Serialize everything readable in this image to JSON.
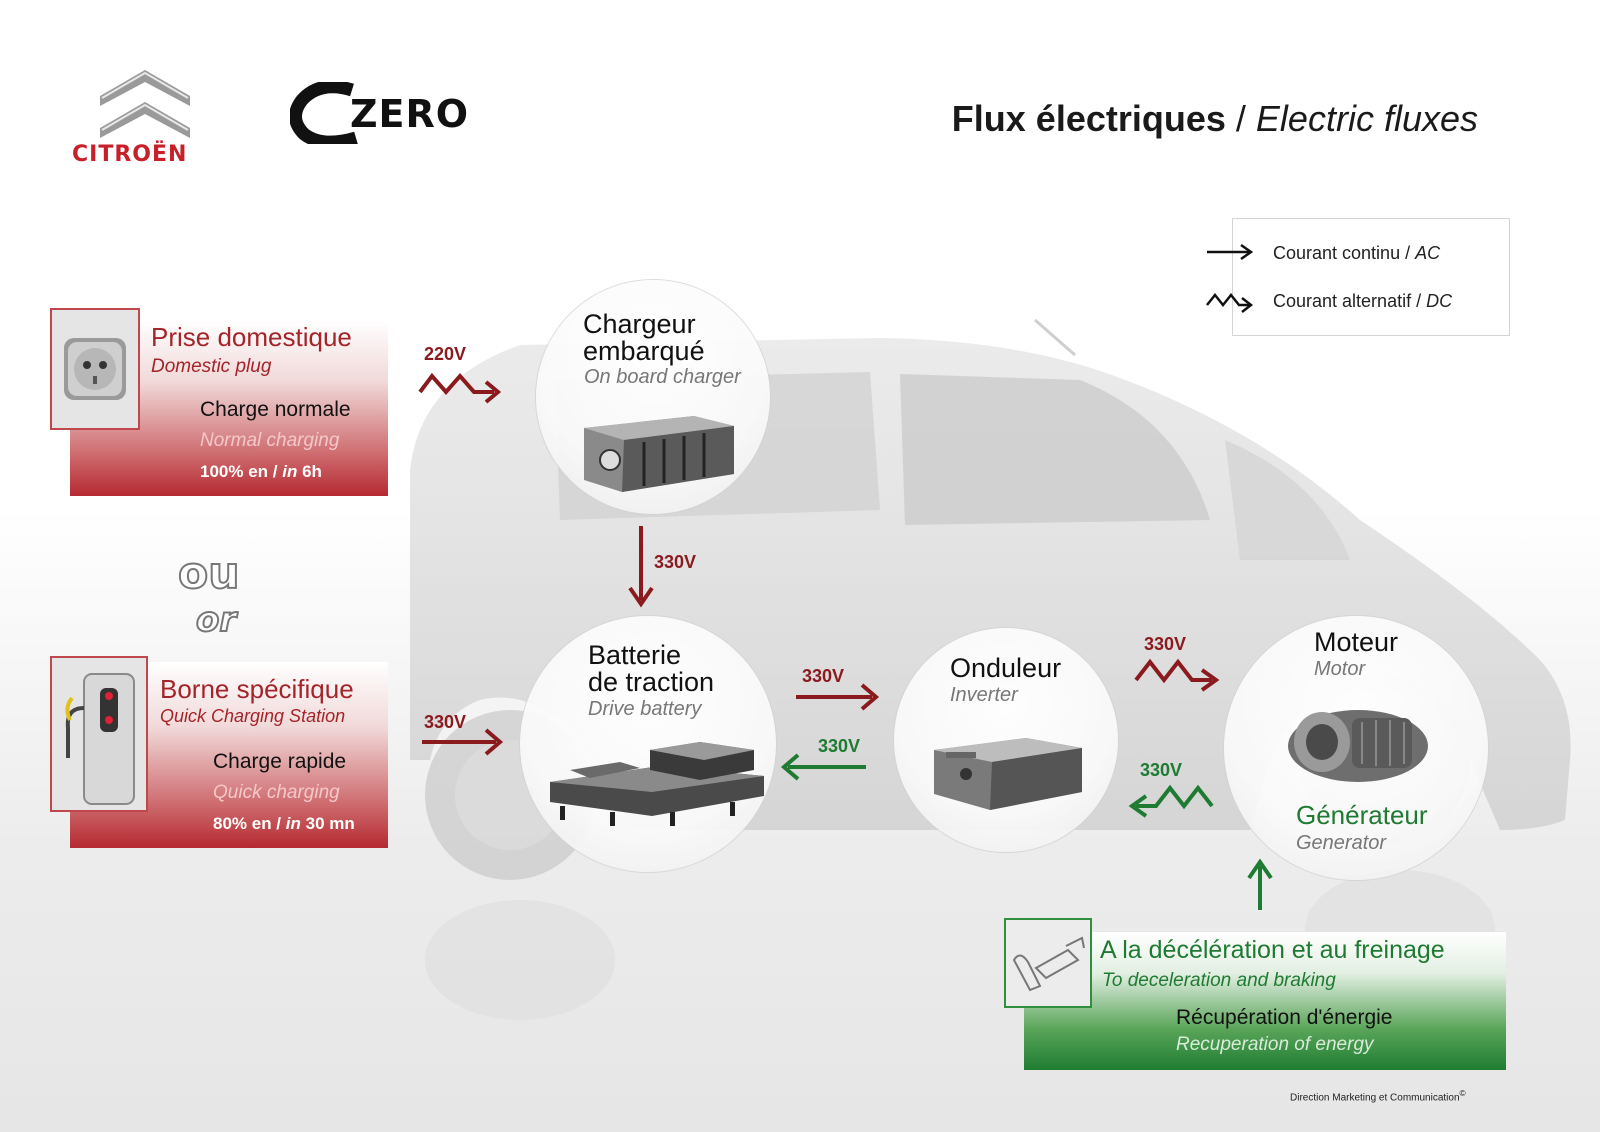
{
  "brand": {
    "name": "CITROËN",
    "model": "ZERO"
  },
  "title": {
    "fr": "Flux électriques",
    "sep": " / ",
    "en": "Electric fluxes"
  },
  "legend": {
    "dc_label": "Courant continu",
    "dc_en": "AC",
    "ac_label": "Courant alternatif",
    "ac_en": "DC"
  },
  "domestic": {
    "title": "Prise domestique",
    "subtitle": "Domestic plug",
    "charge": "Charge normale",
    "charge_en": "Normal charging",
    "time_pre": "100% en /",
    "time_in": "in",
    "time_val": "6h"
  },
  "or_fr": "ou",
  "or_en": "or",
  "station": {
    "title": "Borne spécifique",
    "subtitle": "Quick Charging Station",
    "charge": "Charge rapide",
    "charge_en": "Quick charging",
    "time_pre": "80% en /",
    "time_in": "in",
    "time_val": "30 mn"
  },
  "charger": {
    "title1": "Chargeur",
    "title2": "embarqué",
    "subtitle": "On board charger"
  },
  "battery": {
    "title1": "Batterie",
    "title2": "de traction",
    "subtitle": "Drive battery"
  },
  "inverter": {
    "title": "Onduleur",
    "subtitle": "Inverter"
  },
  "motor": {
    "title": "Moteur",
    "subtitle": "Motor",
    "gen_title": "Générateur",
    "gen_subtitle": "Generator"
  },
  "regen": {
    "title": "A la décélération et au freinage",
    "subtitle": "To deceleration and braking",
    "label": "Récupération d'énergie",
    "label_en": "Recuperation of energy"
  },
  "voltages": {
    "plug_to_charger": "220V",
    "charger_to_battery": "330V",
    "station_to_battery": "330V",
    "battery_to_inverter": "330V",
    "inverter_to_battery": "330V",
    "inverter_to_motor": "330V",
    "motor_to_inverter": "330V"
  },
  "credit": "Direction Marketing et Communication",
  "credit_mark": "©",
  "colors": {
    "red": "#a3242a",
    "dark_red": "#8b1a1f",
    "green": "#1f7a32"
  }
}
